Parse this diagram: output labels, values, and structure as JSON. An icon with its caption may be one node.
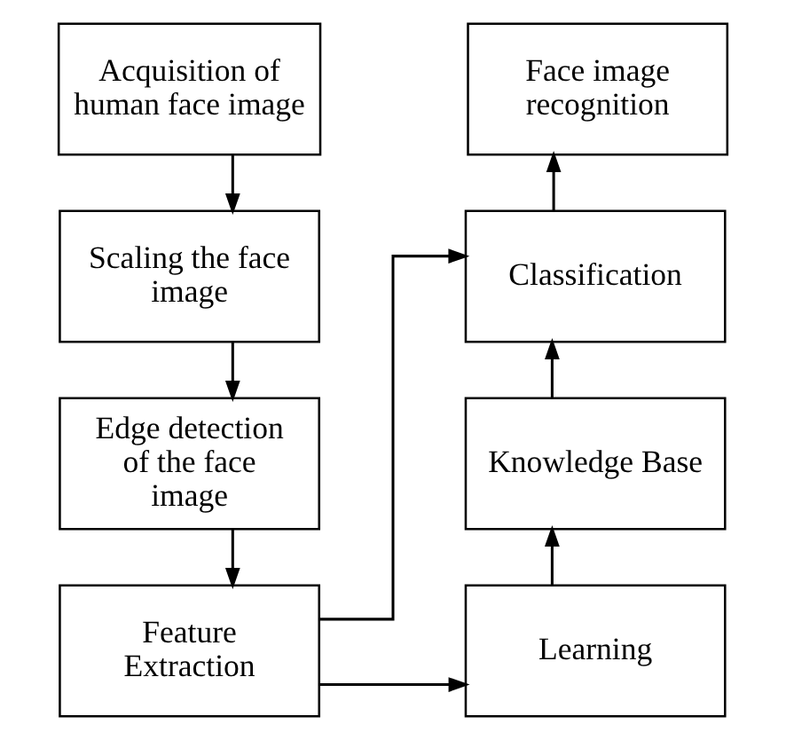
{
  "diagram": {
    "nodes": [
      {
        "text": [
          "Acquisition of human face image"
        ]
      },
      {
        "text": [
          "Scaling the face image"
        ]
      },
      {
        "text": [
          "Edge detection of the face image"
        ]
      },
      {
        "text": [
          "Feature Extraction"
        ]
      },
      {
        "text": [
          "Learning"
        ]
      },
      {
        "text": [
          "Knowledge Base"
        ]
      },
      {
        "text": [
          "Classification"
        ]
      },
      {
        "text": [
          "Face image recognition"
        ]
      }
    ],
    "edges": [
      {
        "from": 0,
        "to": 1,
        "arrow": "to"
      },
      {
        "from": 1,
        "to": 2,
        "arrow": "to"
      },
      {
        "from": 2,
        "to": 3,
        "arrow": "to"
      },
      {
        "from": 3,
        "to": 4,
        "arrow": "to"
      },
      {
        "from": 3,
        "to": 6,
        "arrow": "to"
      },
      {
        "from": 4,
        "to": 5,
        "arrow": "to"
      },
      {
        "from": 5,
        "to": 6,
        "arrow": "to"
      },
      {
        "from": 6,
        "to": 7,
        "arrow": "to"
      }
    ]
  }
}
